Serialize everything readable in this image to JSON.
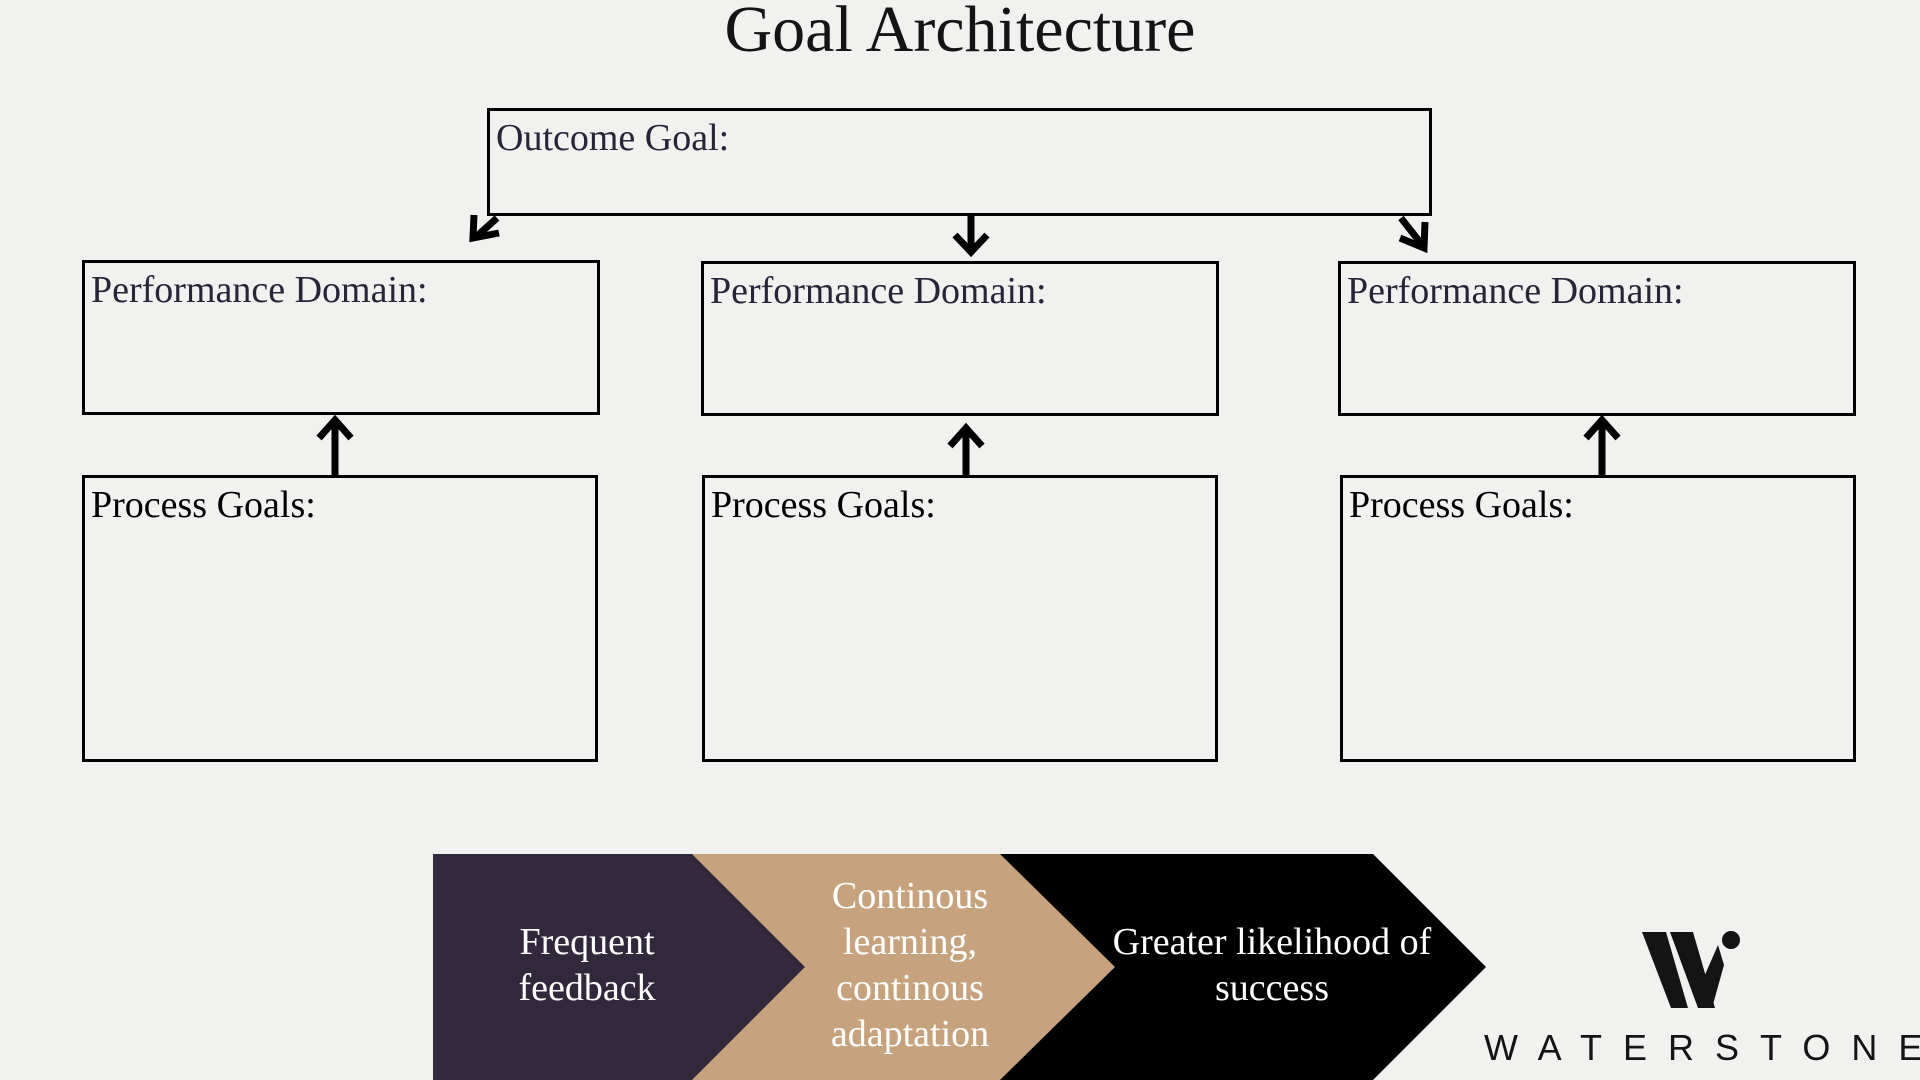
{
  "title": "Goal Architecture",
  "outcome": {
    "label": "Outcome Goal:"
  },
  "domains": [
    {
      "performance_label": "Performance Domain:",
      "process_label": "Process Goals:"
    },
    {
      "performance_label": "Performance Domain:",
      "process_label": "Process Goals:"
    },
    {
      "performance_label": "Performance Domain:",
      "process_label": "Process Goals:"
    }
  ],
  "flow": [
    {
      "text": "Frequent feedback",
      "color": "#32283b"
    },
    {
      "text": "Continous learning, continous adaptation",
      "color": "#c6a37e"
    },
    {
      "text": "Greater likelihood of success",
      "color": "#000000"
    }
  ],
  "logo": {
    "wordmark": "WATERSTONE",
    "mark": "W"
  },
  "colors": {
    "background": "#f1f1ef",
    "box_border": "#000000",
    "label_text": "#2a2438"
  }
}
